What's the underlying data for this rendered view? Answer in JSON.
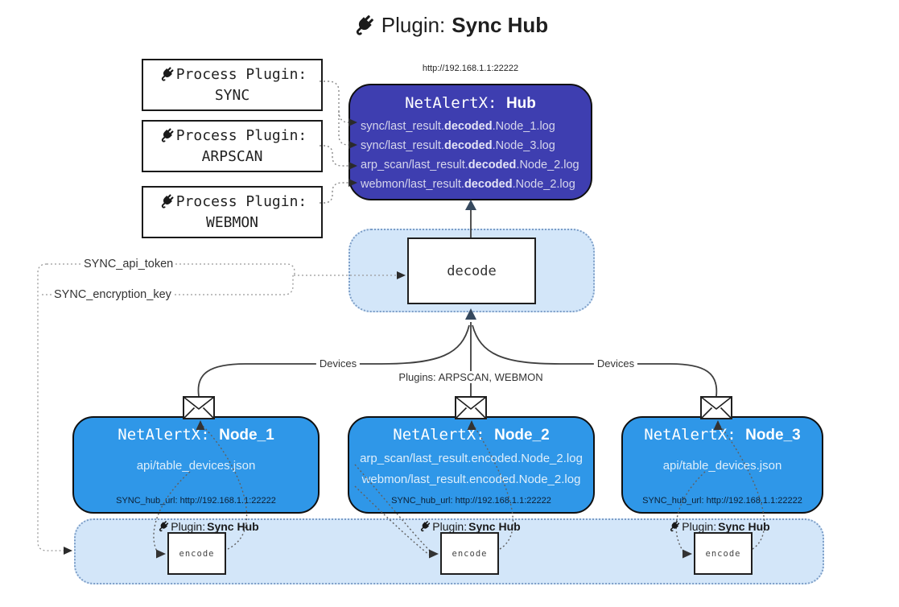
{
  "title": {
    "prefix": "Plugin: ",
    "bold": "Sync Hub"
  },
  "process_plugins": [
    {
      "label": "Process Plugin:",
      "name": "SYNC"
    },
    {
      "label": "Process Plugin:",
      "name": "ARPSCAN"
    },
    {
      "label": "Process Plugin:",
      "name": "WEBMON"
    }
  ],
  "hub": {
    "url": "http://192.168.1.1:22222",
    "title_prefix": "NetAlertX: ",
    "title_bold": "Hub",
    "lines": [
      {
        "pre": "sync/last_result.",
        "bold": "decoded",
        "post": ".Node_1.log"
      },
      {
        "pre": "sync/last_result.",
        "bold": "decoded",
        "post": ".Node_3.log"
      },
      {
        "pre": "arp_scan/last_result.",
        "bold": "decoded",
        "post": ".Node_2.log"
      },
      {
        "pre": "webmon/last_result.",
        "bold": "decoded",
        "post": ".Node_2.log"
      }
    ]
  },
  "decode": {
    "label": "decode"
  },
  "keys": {
    "api_token": "SYNC_api_token",
    "encryption_key": "SYNC_encryption_key"
  },
  "edge_labels": {
    "devices_left": "Devices",
    "plugins_center": "Plugins: ARPSCAN, WEBMON",
    "devices_right": "Devices"
  },
  "nodes": [
    {
      "title_prefix": "NetAlertX: ",
      "title_bold": "Node_1",
      "lines": [
        "api/table_devices.json"
      ],
      "hub_url": "SYNC_hub_url: http://192.168.1.1:22222"
    },
    {
      "title_prefix": "NetAlertX: ",
      "title_bold": "Node_2",
      "lines": [
        "arp_scan/last_result.encoded.Node_2.log",
        "webmon/last_result.encoded.Node_2.log"
      ],
      "hub_url": "SYNC_hub_url: http://192.168.1.1:22222"
    },
    {
      "title_prefix": "NetAlertX: ",
      "title_bold": "Node_3",
      "lines": [
        "api/table_devices.json"
      ],
      "hub_url": "SYNC_hub_url: http://192.168.1.1:22222"
    }
  ],
  "band": {
    "plugin_prefix": "Plugin: ",
    "plugin_bold": "Sync Hub",
    "encode_label": "encode"
  },
  "colors": {
    "hub_bg": "#3e3eb0",
    "node_bg": "#2f97e8",
    "panel_bg": "#d3e6f9",
    "panel_border": "#7d9ec7",
    "arrow_dark": "#36495e"
  }
}
